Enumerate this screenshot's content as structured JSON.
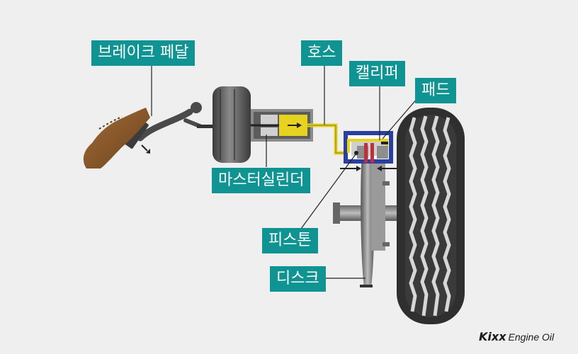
{
  "labels": {
    "brake_pedal": "브레이크 페달",
    "hose": "호스",
    "caliper": "캘리퍼",
    "pad": "패드",
    "master_cylinder": "마스터실린더",
    "piston": "피스톤",
    "disc": "디스크"
  },
  "brand": {
    "name": "Kixx",
    "product": "Engine Oil"
  },
  "colors": {
    "background": "#efefef",
    "label_background": "#0f9493",
    "label_text": "#ffffff",
    "hydraulic_fluid": "#e6d21f",
    "caliper_frame": "#2b3f9e",
    "brake_pad": "#c0303a",
    "shoe": "#8b5a2b"
  }
}
